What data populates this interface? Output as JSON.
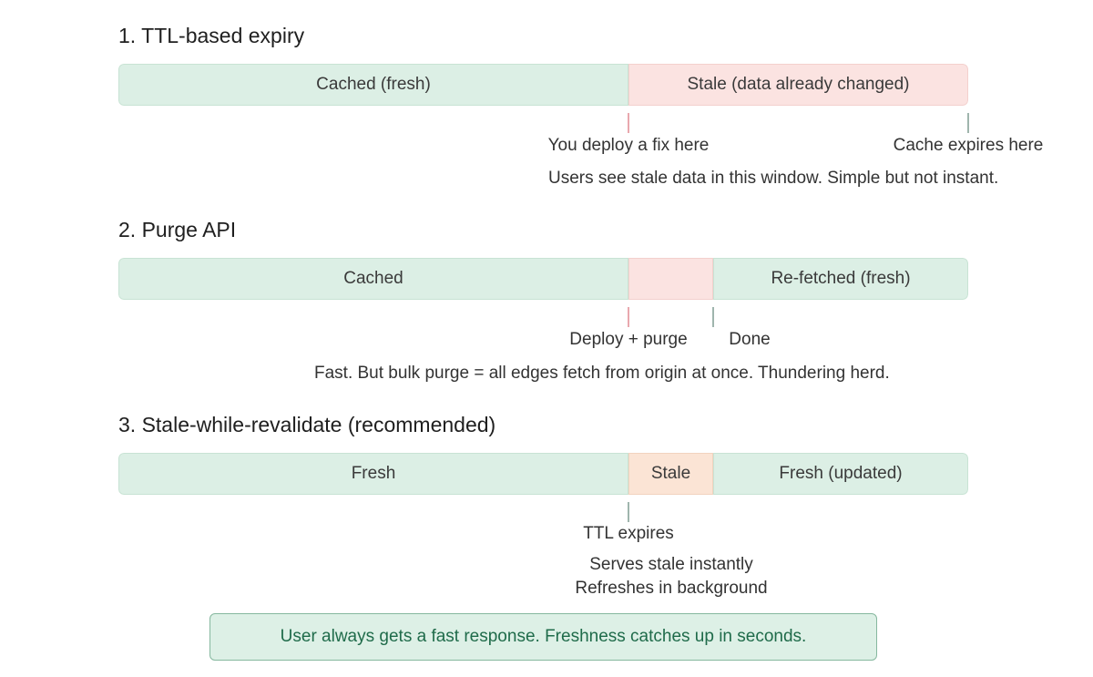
{
  "sections": [
    {
      "title": "1. TTL-based expiry",
      "segments": [
        {
          "label": "Cached (fresh)",
          "state": "fresh"
        },
        {
          "label": "Stale (data already changed)",
          "state": "stale"
        }
      ],
      "markers": [
        "You deploy a fix here",
        "Cache expires here"
      ],
      "notes": [
        "Users see stale data in this window. Simple but not instant."
      ]
    },
    {
      "title": "2. Purge API",
      "segments": [
        {
          "label": "Cached",
          "state": "fresh"
        },
        {
          "label": "",
          "state": "stale"
        },
        {
          "label": "Re-fetched (fresh)",
          "state": "fresh"
        }
      ],
      "markers": [
        "Deploy + purge",
        "Done"
      ],
      "notes": [
        "Fast. But bulk purge = all edges fetch from origin at once. Thundering herd."
      ]
    },
    {
      "title": "3. Stale-while-revalidate (recommended)",
      "segments": [
        {
          "label": "Fresh",
          "state": "fresh"
        },
        {
          "label": "Stale",
          "state": "stale-served"
        },
        {
          "label": "Fresh (updated)",
          "state": "fresh"
        }
      ],
      "markers": [
        "TTL expires"
      ],
      "notes": [
        "Serves stale instantly",
        "Refreshes in background"
      ]
    }
  ],
  "summary": "User always gets a fast response. Freshness catches up in seconds.",
  "colors": {
    "fresh": "#dcefe5",
    "stale": "#fbe3e1",
    "stale_served": "#fbe4d5",
    "summary_border": "#86b89f",
    "summary_text": "#1f6b4a"
  }
}
